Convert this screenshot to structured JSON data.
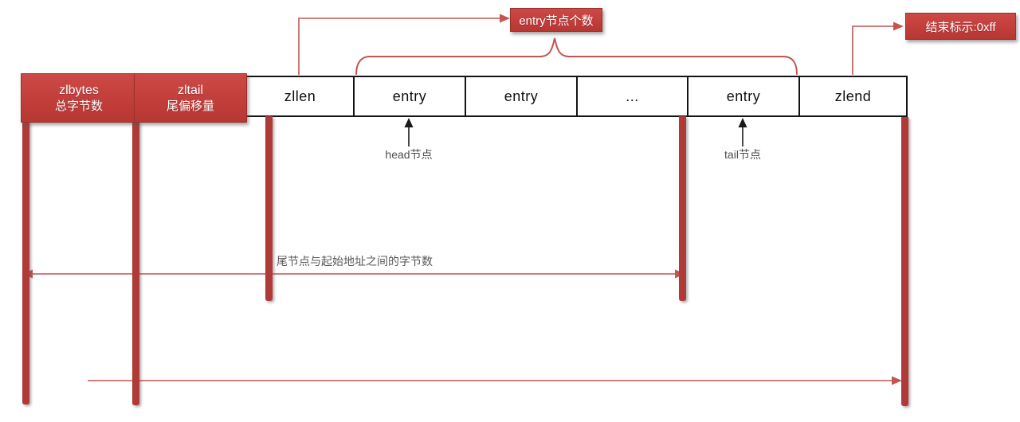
{
  "diagram": {
    "row": {
      "cells": [
        {
          "id": "zlbytes",
          "line1": "zlbytes",
          "line2": "总字节数",
          "style": "red"
        },
        {
          "id": "zltail",
          "line1": "zltail",
          "line2": "尾偏移量",
          "style": "red"
        },
        {
          "id": "zllen",
          "line1": "zllen",
          "style": "white"
        },
        {
          "id": "entry-1",
          "line1": "entry",
          "style": "white"
        },
        {
          "id": "entry-2",
          "line1": "entry",
          "style": "white"
        },
        {
          "id": "ellipsis",
          "line1": "...",
          "style": "white"
        },
        {
          "id": "entry-tail",
          "line1": "entry",
          "style": "white"
        },
        {
          "id": "zlend",
          "line1": "zlend",
          "style": "white"
        }
      ]
    },
    "callouts": {
      "entry_count": "entry节点个数",
      "end_flag": "结束标示:0xff"
    },
    "pointers": {
      "head": "head节点",
      "tail": "tail节点"
    },
    "measures": {
      "tail_offset": "尾节点与起始地址之间的字节数"
    },
    "colors": {
      "accent_red": "#c5413e",
      "bar_red": "#b03a37",
      "connector_red": "#c4544f",
      "border_black": "#141414",
      "note_gray": "#4d4d4d"
    }
  }
}
